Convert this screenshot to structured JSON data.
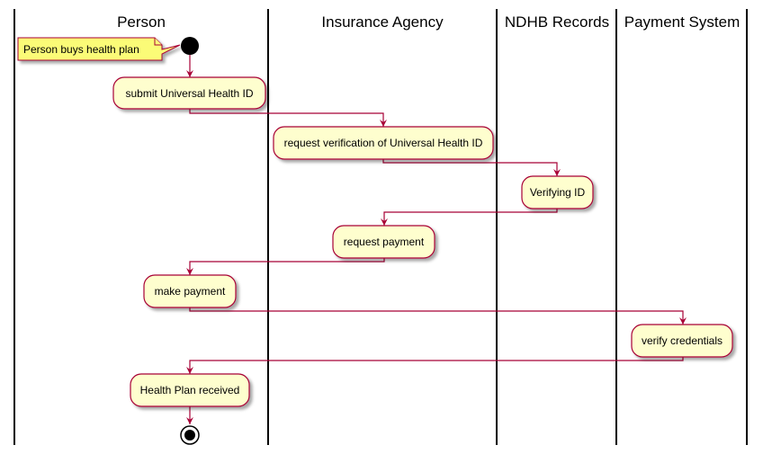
{
  "swimlanes": [
    {
      "id": "person",
      "title": "Person"
    },
    {
      "id": "insurance-agency",
      "title": "Insurance Agency"
    },
    {
      "id": "ndhb-records",
      "title": "NDHB Records"
    },
    {
      "id": "payment-system",
      "title": "Payment System"
    }
  ],
  "note": {
    "text": "Person buys health plan"
  },
  "activities": [
    {
      "id": "submit-universal-health-id",
      "label": "submit Universal Health ID",
      "lane": "person"
    },
    {
      "id": "request-verification",
      "label": "request verification of Universal Health ID",
      "lane": "insurance-agency"
    },
    {
      "id": "verifying-id",
      "label": "Verifying ID",
      "lane": "ndhb-records"
    },
    {
      "id": "request-payment",
      "label": "request payment",
      "lane": "insurance-agency"
    },
    {
      "id": "make-payment",
      "label": "make payment",
      "lane": "person"
    },
    {
      "id": "verify-credentials",
      "label": "verify credentials",
      "lane": "payment-system"
    },
    {
      "id": "health-plan-received",
      "label": "Health Plan received",
      "lane": "person"
    }
  ],
  "colors": {
    "activity_fill": "#FEFECE",
    "activity_border": "#A80036",
    "arrow": "#A80036",
    "note_fill": "#FBFB77",
    "note_border": "#A80036",
    "lane_divider": "#000000",
    "node_fill": "#000000"
  }
}
